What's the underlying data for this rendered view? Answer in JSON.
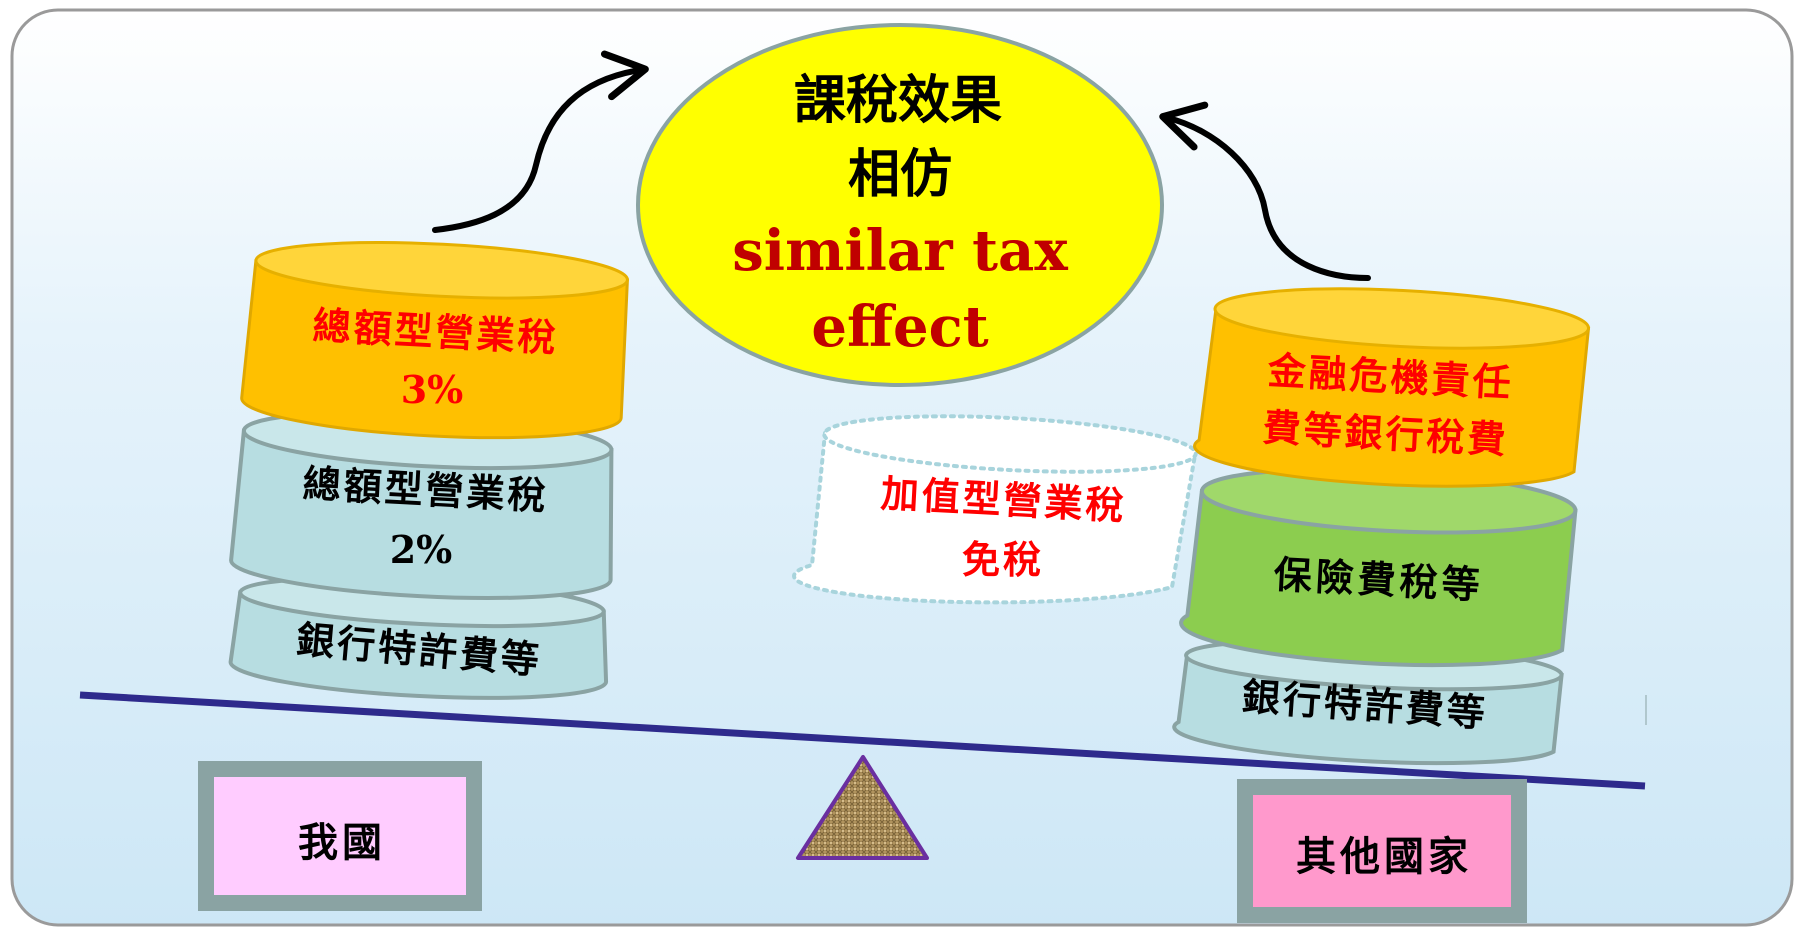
{
  "center_bubble": {
    "line1": "課稅效果",
    "line2": "相仿",
    "line3": "similar tax",
    "line4": "effect"
  },
  "left_stack": {
    "top_line1": "總額型營業稅",
    "top_line2": "3%",
    "middle_line1": "總額型營業稅",
    "middle_line2": "2%",
    "bottom": "銀行特許費等"
  },
  "middle_stack": {
    "line1": "加值型營業稅",
    "line2": "免稅"
  },
  "right_stack": {
    "top_line1": "金融危機責任",
    "top_line2": "費等銀行稅費",
    "middle": "保險費稅等",
    "bottom": "銀行特許費等"
  },
  "left_box": {
    "label": "我國"
  },
  "right_box": {
    "label": "其他國家"
  },
  "colors": {
    "bubble_fill": "#ffff00",
    "bubble_text_red": "#c00000",
    "orange_cyl": "#ffc000",
    "teal_cyl": "#b7dde1",
    "green_cyl": "#8ccd4f",
    "red_text": "#ff0000",
    "beam": "#2e2a8c",
    "left_box_fill": "#ffccff",
    "right_box_fill": "#ff99cc",
    "box_border": "#8aa3a3"
  }
}
